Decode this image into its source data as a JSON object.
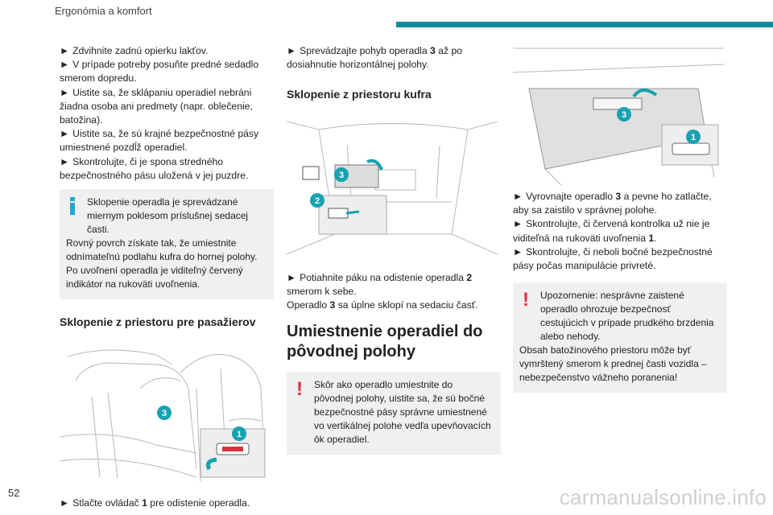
{
  "header": {
    "title": "Ergonómia a komfort"
  },
  "page_number": "52",
  "watermark": "carmanualsonline.info",
  "col1": {
    "bullets": [
      "Zdvihnite zadnú opierku lakťov.",
      "V prípade potreby posuňte predné sedadlo smerom dopredu.",
      "Uistite sa, že sklápaniu operadiel nebráni žiadna osoba ani predmety (napr. oblečenie, batožina).",
      "Uistite sa, že sú krajné bezpečnostné pásy umiestnené pozdĺž operadiel.",
      "Skontrolujte, či je spona stredného bezpečnostného pásu uložená v jej puzdre."
    ],
    "info_box": {
      "line1": "Sklopenie operadla je sprevádzané miernym poklesom príslušnej sedacej časti.",
      "line2": "Rovný povrch získate tak, že umiestnite odnímateľnú podlahu kufra do hornej polohy.",
      "line3": "Po uvoľnení operadla je viditeľný červený indikátor na rukoväti uvoľnenia."
    },
    "heading": "Sklopenie z priestoru pre pasažierov",
    "illus_labels": {
      "a": "3",
      "b": "1"
    },
    "caption_prefix": "Stlačte ovládač ",
    "caption_num": "1",
    "caption_suffix": " pre odistenie operadla."
  },
  "col2": {
    "bullet_prefix": "Sprevádzajte pohyb operadla ",
    "bullet_num": "3",
    "bullet_suffix": " až po dosiahnutie horizontálnej polohy.",
    "heading": "Sklopenie z priestoru kufra",
    "illus_labels": {
      "a": "3",
      "b": "2"
    },
    "caption1_prefix": "Potiahnite páku na odistenie operadla ",
    "caption1_num": "2",
    "caption1_suffix": " smerom k sebe.",
    "caption2_prefix": "Operadlo ",
    "caption2_num": "3",
    "caption2_suffix": " sa úplne sklopí na sedaciu časť.",
    "h1": "Umiestnenie operadiel do pôvodnej polohy",
    "warn_box": "Skôr ako operadlo umiestnite do pôvodnej polohy, uistite sa, že sú bočné bezpečnostné pásy správne umiestnené vo vertikálnej polohe vedľa upevňovacích ôk operadiel."
  },
  "col3": {
    "illus_labels": {
      "a": "3",
      "b": "1"
    },
    "b1_prefix": "Vyrovnajte operadlo ",
    "b1_num": "3",
    "b1_suffix": " a pevne ho zatlačte, aby sa zaistilo v správnej polohe.",
    "b2_prefix": "Skontrolujte, či červená kontrolka už nie je viditeľná na rukoväti uvoľnenia ",
    "b2_num": "1",
    "b2_suffix": ".",
    "b3": "Skontrolujte, či neboli bočné bezpečnostné pásy počas manipulácie privreté.",
    "warn_line1": "Upozornenie: nesprávne zaistené operadlo ohrozuje bezpečnosť cestujúcich v prípade prudkého brzdenia alebo nehody.",
    "warn_line2": "Obsah batožinového priestoru môže byť vymrštený smerom k prednej časti vozidla – nebezpečenstvo vážneho poranenia!"
  },
  "glyphs": {
    "arrow": "►",
    "warn": "!"
  },
  "colors": {
    "accent": "#0f8c9a",
    "label_circle": "#17a2b0",
    "warning": "#e22d3e",
    "info": "#1ea7d6",
    "box_bg": "#f0f0f0"
  }
}
